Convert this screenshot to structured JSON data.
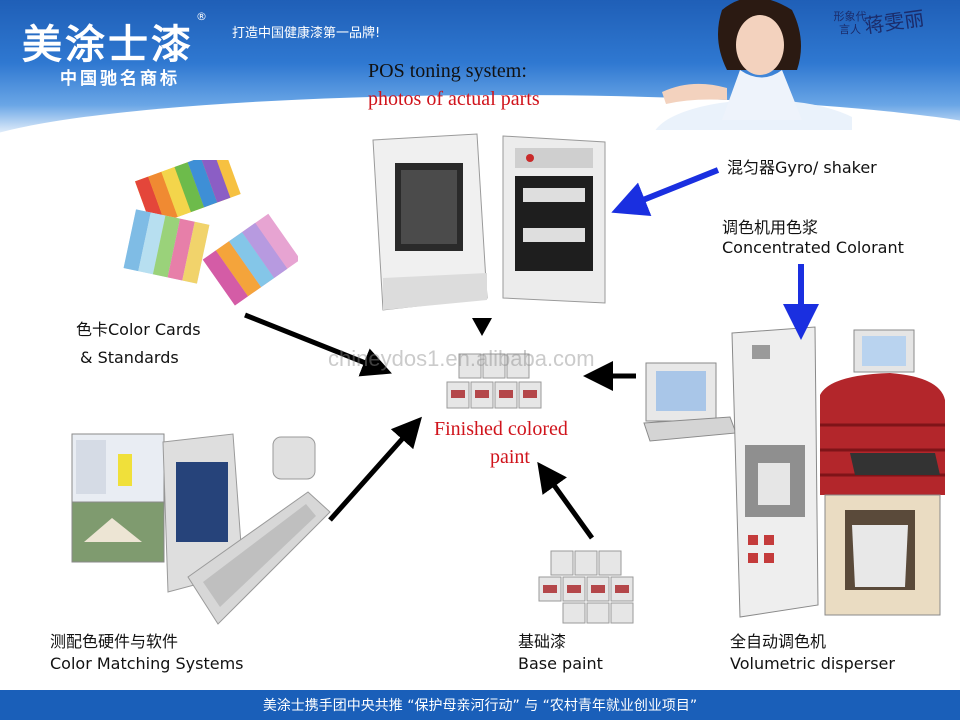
{
  "header": {
    "brand_name": "美涂士漆",
    "brand_registered": "®",
    "brand_subtitle": "中国驰名商标",
    "slogan": "打造中国健康漆第一品牌!",
    "spokesperson_caption": "形象代言人",
    "spokesperson_name": "蒋雯丽"
  },
  "diagram": {
    "title_line1": "POS toning system:",
    "title_line2": "photos of actual parts",
    "center_line1": "Finished colored",
    "center_line2": "paint",
    "shaker_label": "混匀器Gyro/ shaker",
    "colorant_cn": "调色机用色浆",
    "colorant_en": "Concentrated Colorant",
    "cards_line1": "色卡Color Cards",
    "cards_line2": "& Standards",
    "matching_cn": "测配色硬件与软件",
    "matching_en": "Color Matching Systems",
    "base_cn": "基础漆",
    "base_en": "Base paint",
    "dispenser_cn": "全自动调色机",
    "dispenser_en": "Volumetric disperser",
    "watermark": "chineydos1.en.alibaba.com"
  },
  "footer": {
    "text": "美涂士携手团中央共推 “保护母亲河行动” 与 “农村青年就业创业项目”"
  },
  "colors": {
    "brand_blue": "#1f5fb7",
    "arrow_blue": "#1a2fe0",
    "label_red": "#d0141c",
    "footer_blue": "#1a5fb9"
  }
}
